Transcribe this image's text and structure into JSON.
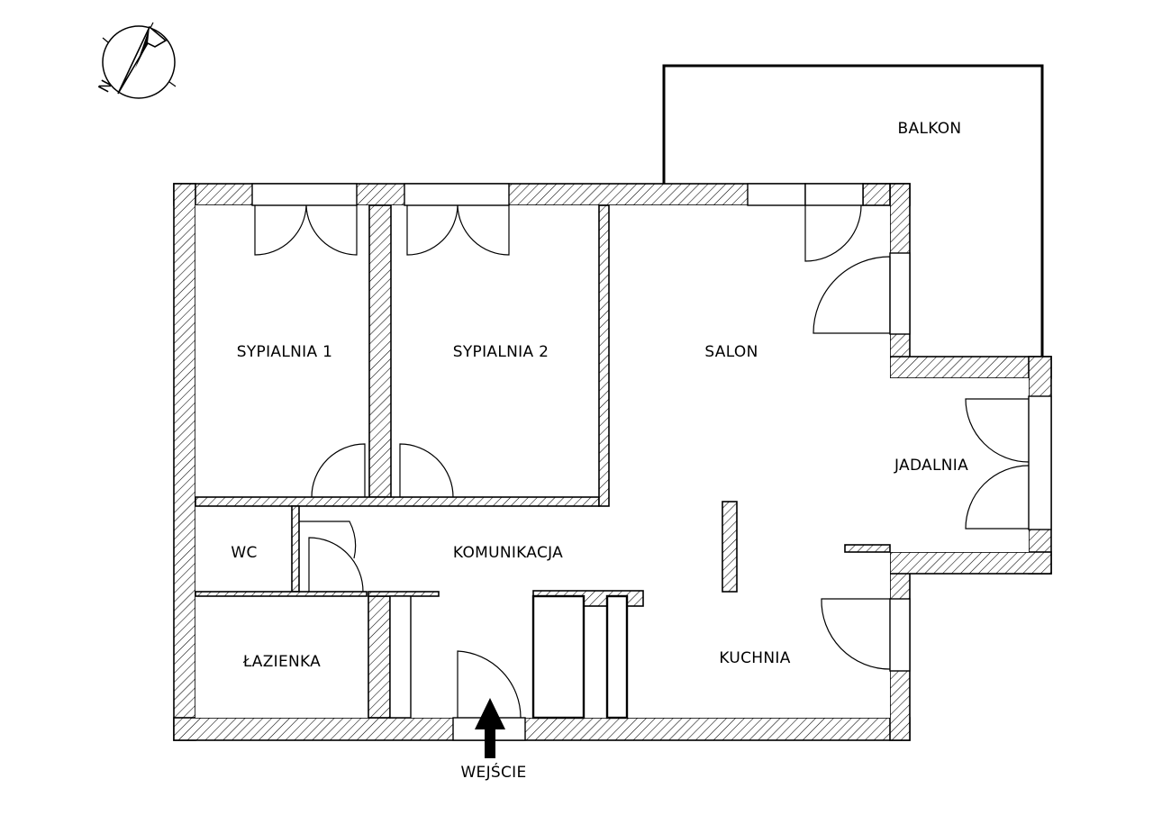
{
  "rooms": {
    "sypialnia_1": "SYPIALNIA 1",
    "sypialnia_2": "SYPIALNIA 2",
    "salon": "SALON",
    "balkon": "BALKON",
    "jadalnia": "JADALNIA",
    "wc": "WC",
    "komunikacja": "KOMUNIKACJA",
    "lazienka": "ŁAZIENKA",
    "kuchnia": "KUCHNIA"
  },
  "entrance_label": "WEJŚCIE",
  "compass_letter": "N",
  "colors": {
    "line": "#000000",
    "background": "#ffffff"
  }
}
